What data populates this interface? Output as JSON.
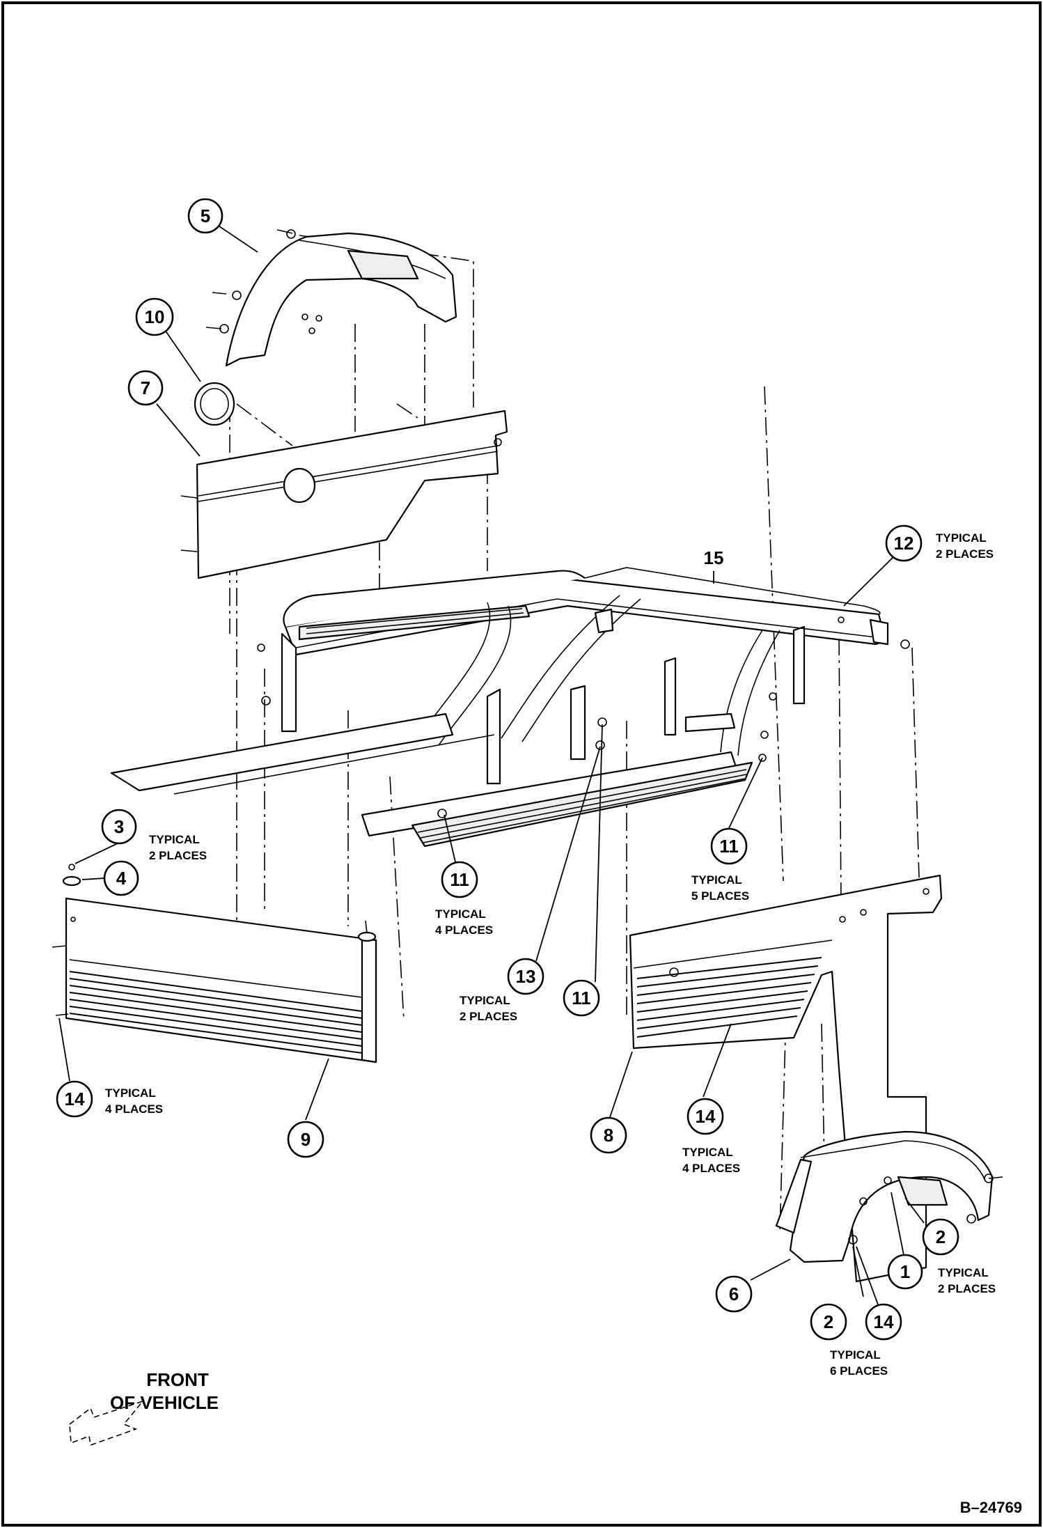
{
  "callouts": {
    "c1": "1",
    "c2a": "2",
    "c2b": "2",
    "c3": "3",
    "c4": "4",
    "c5": "5",
    "c6": "6",
    "c7": "7",
    "c8": "8",
    "c9": "9",
    "c10": "10",
    "c11a": "11",
    "c11b": "11",
    "c11c": "11",
    "c12": "12",
    "c13": "13",
    "c14a": "14",
    "c14b": "14",
    "c14c": "14",
    "c15": "15"
  },
  "notes": {
    "typical": "TYPICAL",
    "places2": "2 PLACES",
    "places4": "4 PLACES",
    "places5": "5 PLACES",
    "places6": "6 PLACES"
  },
  "direction": {
    "line1": "FRONT",
    "line2": "OF VEHICLE"
  },
  "reference": "B–24769"
}
